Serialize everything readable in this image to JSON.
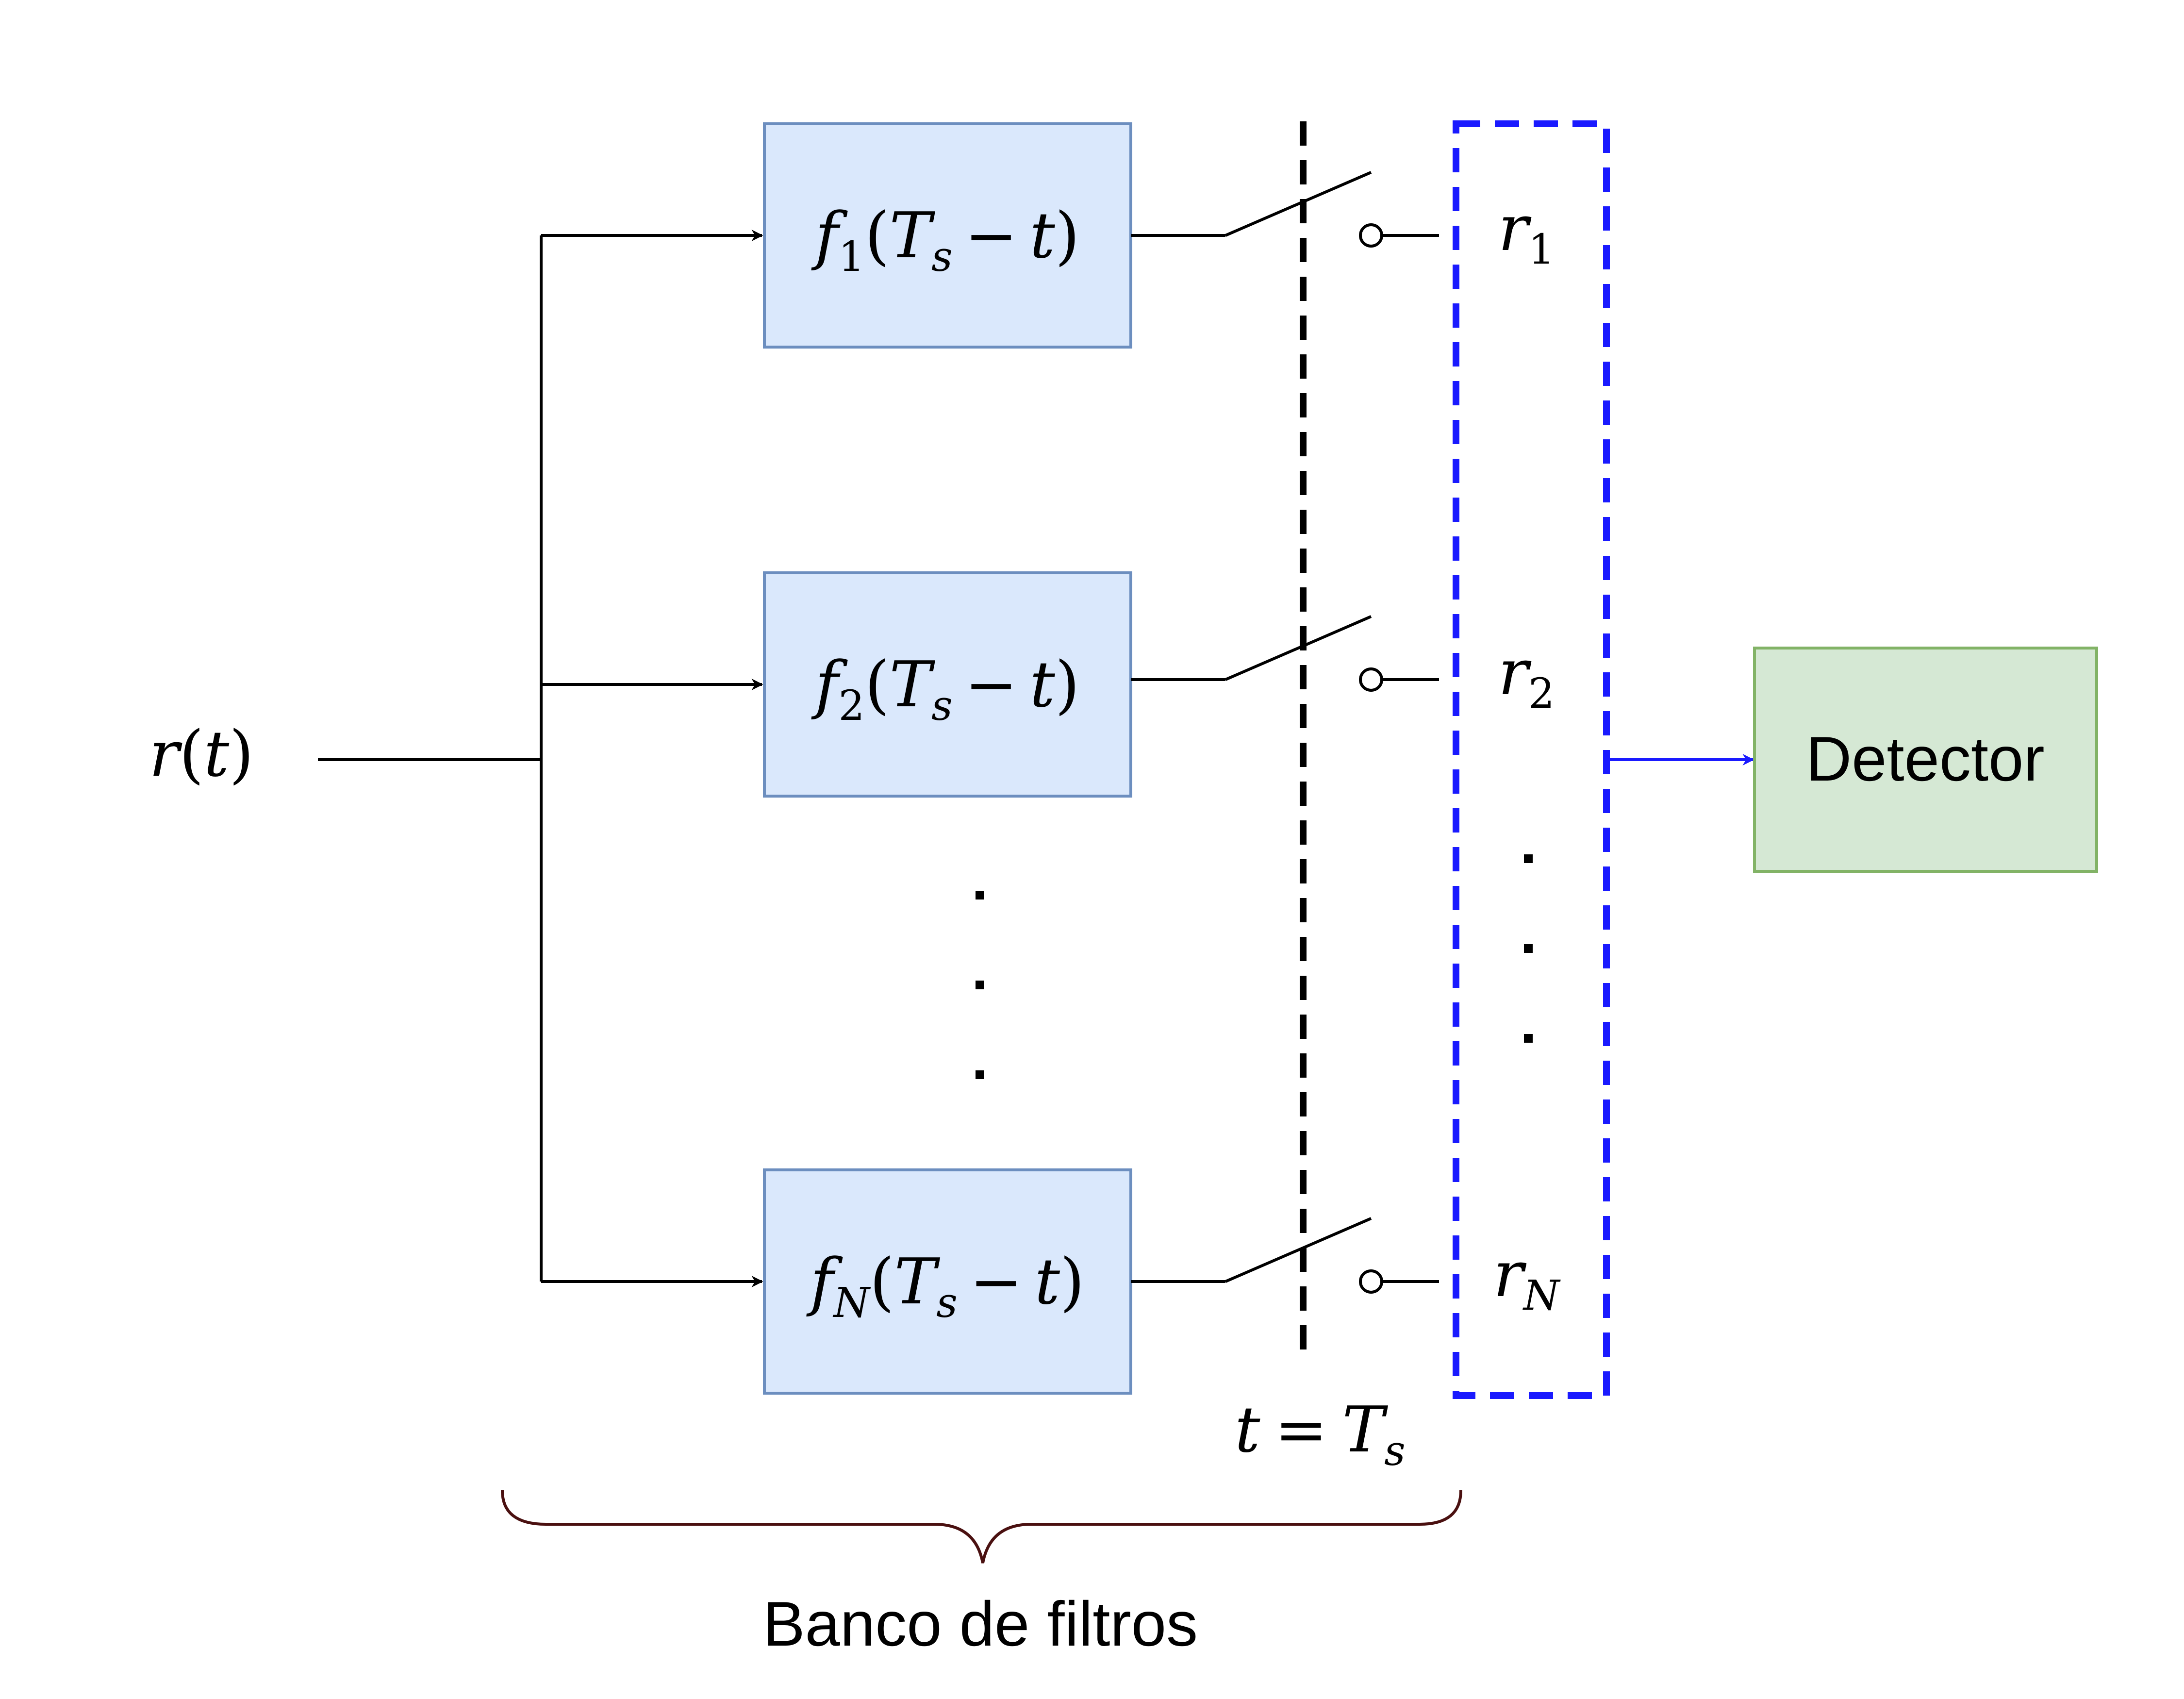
{
  "input": {
    "var": "r",
    "arg": "t"
  },
  "filters": [
    {
      "f": "f",
      "sub": "1",
      "arg1": "T",
      "arg1_sub": "s",
      "op": "−",
      "arg2": "t"
    },
    {
      "f": "f",
      "sub": "2",
      "arg1": "T",
      "arg1_sub": "s",
      "op": "−",
      "arg2": "t"
    },
    {
      "f": "f",
      "sub": "N",
      "arg1": "T",
      "arg1_sub": "s",
      "op": "−",
      "arg2": "t"
    }
  ],
  "outputs": [
    {
      "var": "r",
      "sub": "1"
    },
    {
      "var": "r",
      "sub": "2"
    },
    {
      "var": "r",
      "sub": "N"
    }
  ],
  "sampling": {
    "lhs": "t",
    "eq": "=",
    "rhs": "T",
    "rhs_sub": "s"
  },
  "detector_label": "Detector",
  "bank_label": "Banco de filtros",
  "colors": {
    "filter_fill": "#dae8fc",
    "filter_stroke": "#6c8ebf",
    "detector_fill": "#d5e8d4",
    "detector_stroke": "#82b366",
    "register_stroke": "#1a1aff",
    "arrow_blue": "#1a1aff",
    "brace": "#4a1010"
  }
}
